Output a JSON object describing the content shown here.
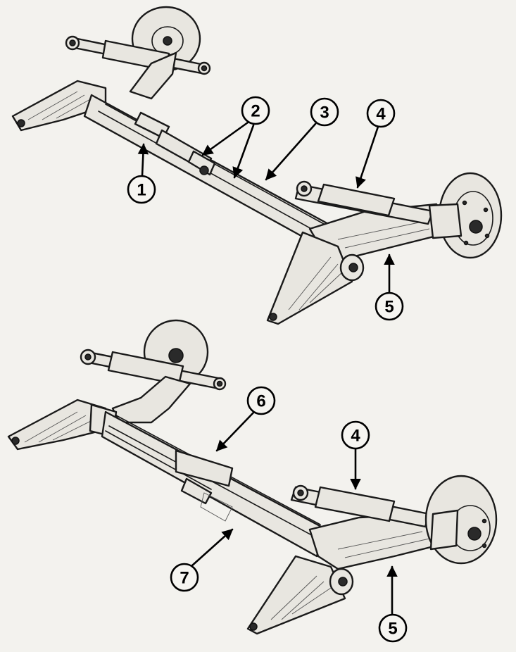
{
  "diagram": {
    "top_assembly": {
      "callouts": [
        {
          "id": "c1",
          "label": "1"
        },
        {
          "id": "c2",
          "label": "2"
        },
        {
          "id": "c3",
          "label": "3"
        },
        {
          "id": "c4",
          "label": "4"
        },
        {
          "id": "c5",
          "label": "5"
        }
      ]
    },
    "bottom_assembly": {
      "callouts": [
        {
          "id": "c6",
          "label": "6"
        },
        {
          "id": "c4b",
          "label": "4"
        },
        {
          "id": "c7",
          "label": "7"
        },
        {
          "id": "c5b",
          "label": "5"
        }
      ]
    }
  }
}
